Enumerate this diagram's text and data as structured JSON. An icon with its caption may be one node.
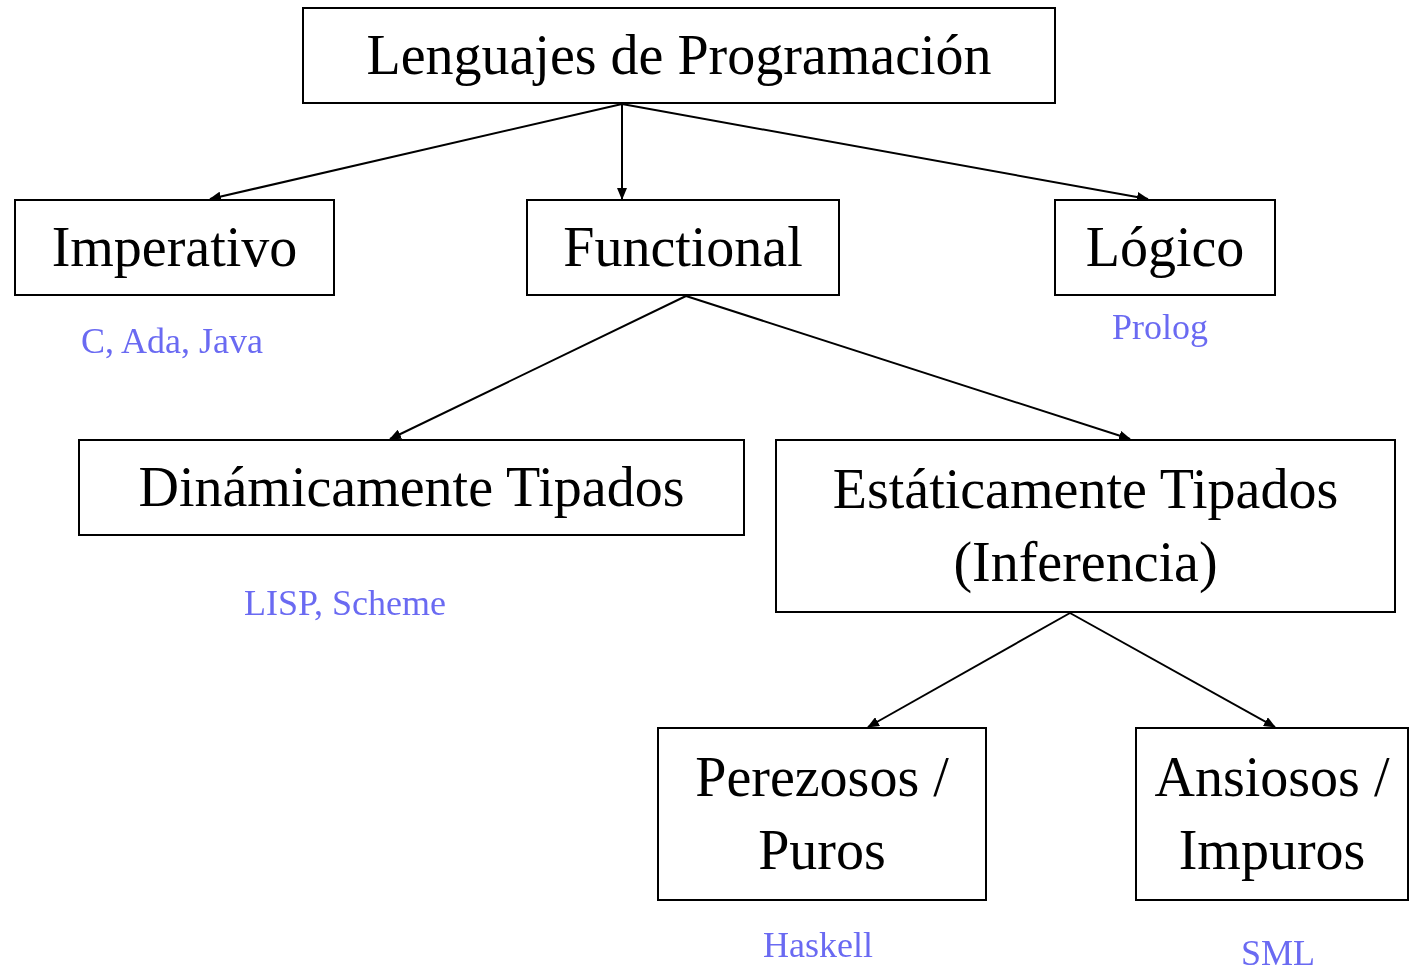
{
  "diagram": {
    "nodes": [
      {
        "text": [
          "Lenguajes de Programación"
        ]
      },
      {
        "text": [
          "Imperativo"
        ],
        "beside": [
          "C, Ada, Java"
        ]
      },
      {
        "text": [
          "Functional"
        ]
      },
      {
        "text": [
          "Lógico"
        ],
        "beside": [
          "Prolog"
        ]
      },
      {
        "text": [
          "Dinámicamente Tipados"
        ],
        "beside": [
          "LISP, Scheme"
        ]
      },
      {
        "text": [
          "Estáticamente Tipados (Inferencia)"
        ]
      },
      {
        "text": [
          "Perezosos / Puros"
        ],
        "beside": [
          "Haskell"
        ]
      },
      {
        "text": [
          "Ansiosos / Impuros"
        ],
        "beside": [
          "SML"
        ]
      }
    ],
    "edges": [
      {
        "from": 0,
        "to": 1,
        "arrow": "to"
      },
      {
        "from": 0,
        "to": 2,
        "arrow": "to"
      },
      {
        "from": 0,
        "to": 3,
        "arrow": "to"
      },
      {
        "from": 2,
        "to": 4,
        "arrow": "to"
      },
      {
        "from": 2,
        "to": 5,
        "arrow": "to"
      },
      {
        "from": 5,
        "to": 6,
        "arrow": "to"
      },
      {
        "from": 5,
        "to": 7,
        "arrow": "to"
      }
    ]
  }
}
